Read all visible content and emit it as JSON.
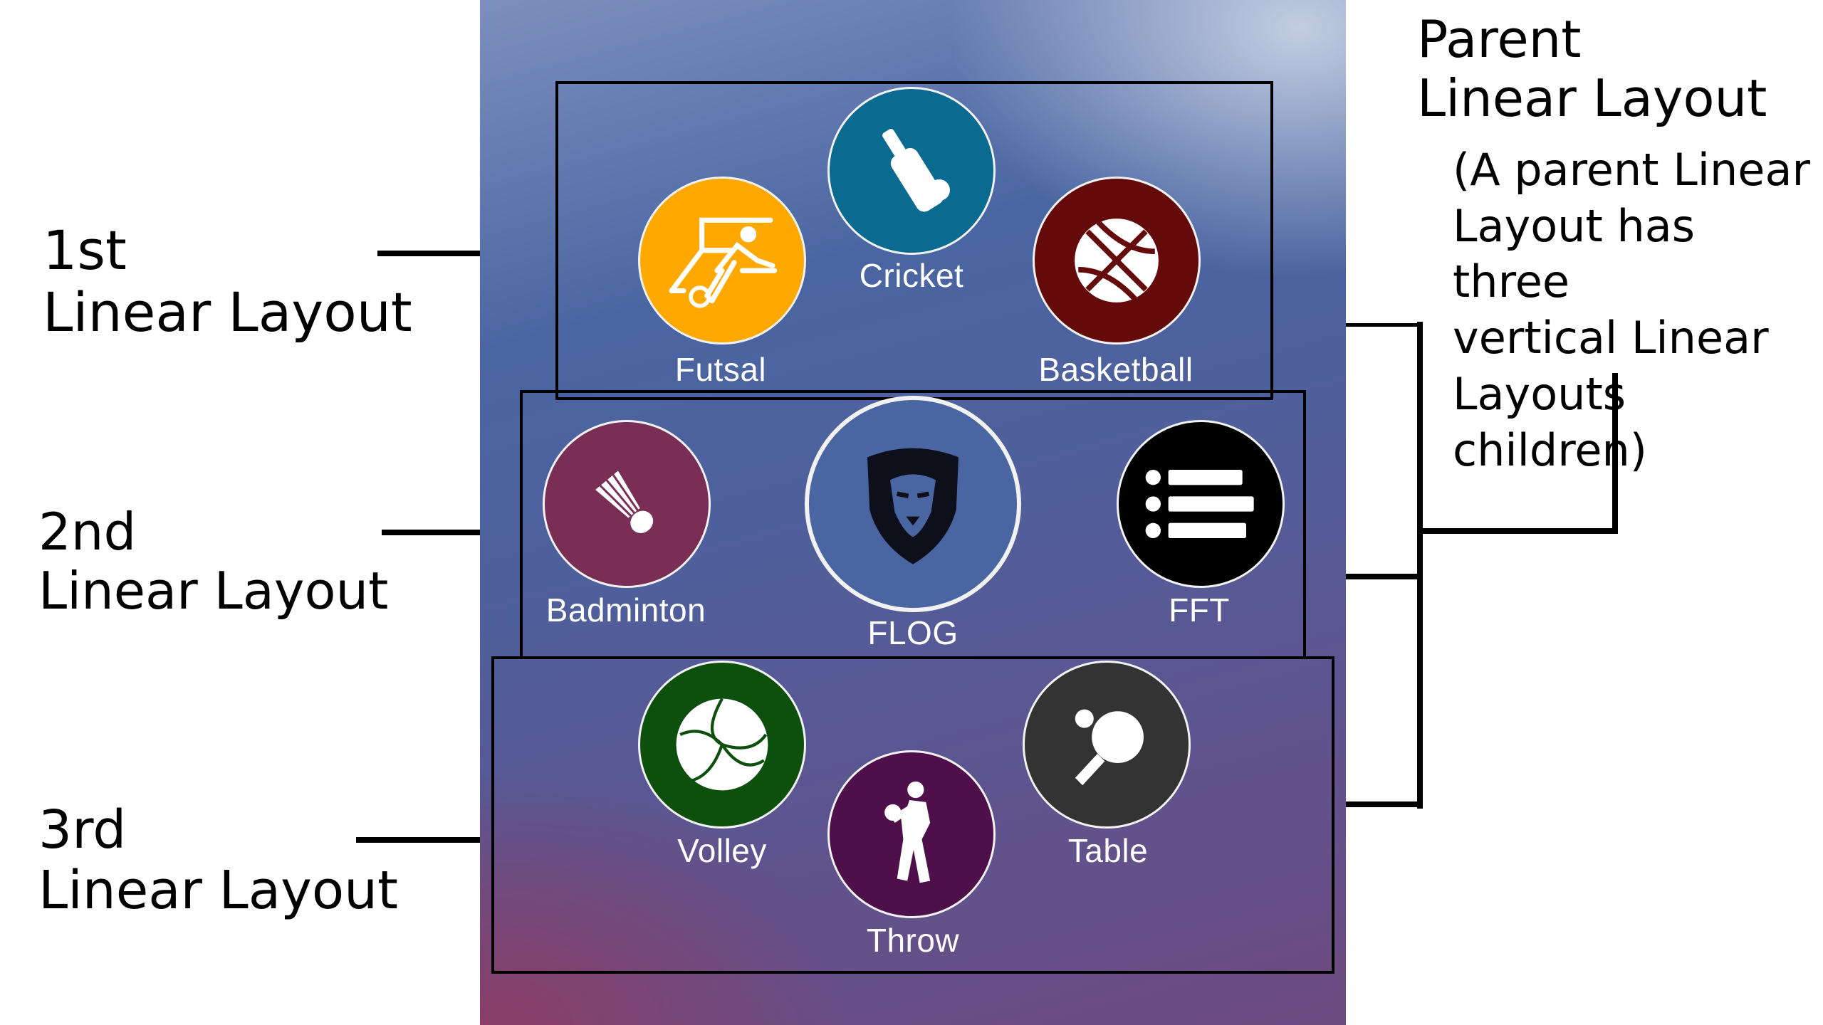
{
  "annotations": {
    "first": {
      "line1": "1st",
      "line2": "Linear Layout"
    },
    "second": {
      "line1": "2nd",
      "line2": "Linear Layout"
    },
    "third": {
      "line1": "3rd",
      "line2": "Linear Layout"
    },
    "parent": {
      "title1": "Parent",
      "title2": "Linear Layout",
      "desc": [
        "(A parent Linear",
        "Layout has three",
        "vertical Linear",
        "Layouts children)"
      ]
    }
  },
  "buttons": {
    "cricket": {
      "label": "Cricket",
      "icon": "cricket-icon",
      "color": "#0a6a90"
    },
    "futsal": {
      "label": "Futsal",
      "icon": "futsal-icon",
      "color": "#ffa800"
    },
    "basketball": {
      "label": "Basketball",
      "icon": "basketball-icon",
      "color": "#650a0a"
    },
    "badminton": {
      "label": "Badminton",
      "icon": "badminton-icon",
      "color": "#7a2d55"
    },
    "flog": {
      "label": "FLOG",
      "icon": "lion-logo-icon",
      "color": "#4a66a2"
    },
    "fft": {
      "label": "FFT",
      "icon": "list-icon",
      "color": "#000000"
    },
    "volley": {
      "label": "Volley",
      "icon": "volleyball-icon",
      "color": "#0d4f0d"
    },
    "throw": {
      "label": "Throw",
      "icon": "throw-icon",
      "color": "#4f0f4a"
    },
    "table": {
      "label": "Table",
      "icon": "table-tennis-icon",
      "color": "#333333"
    }
  }
}
